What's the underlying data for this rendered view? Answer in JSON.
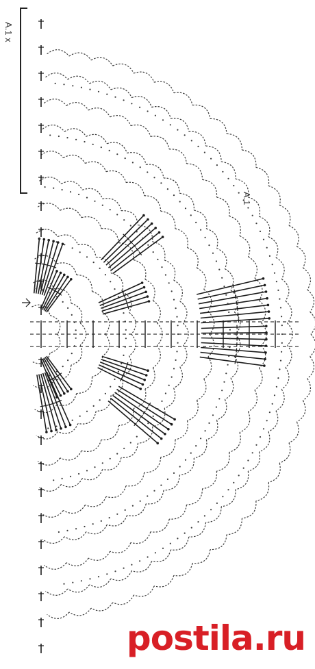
{
  "chart": {
    "repeat_label": "A.1 x",
    "chart_label": "A.1",
    "colors": {
      "stitch": "#1a1a1a",
      "chain": "#3a3a3a",
      "bracket": "#222222",
      "watermark": "#d81f26"
    },
    "symbols": [
      "chain-stitch",
      "treble-crochet",
      "double-treble-crochet",
      "picot",
      "chain-loop",
      "start-arrow"
    ]
  },
  "watermark": {
    "text": "postila.ru"
  }
}
